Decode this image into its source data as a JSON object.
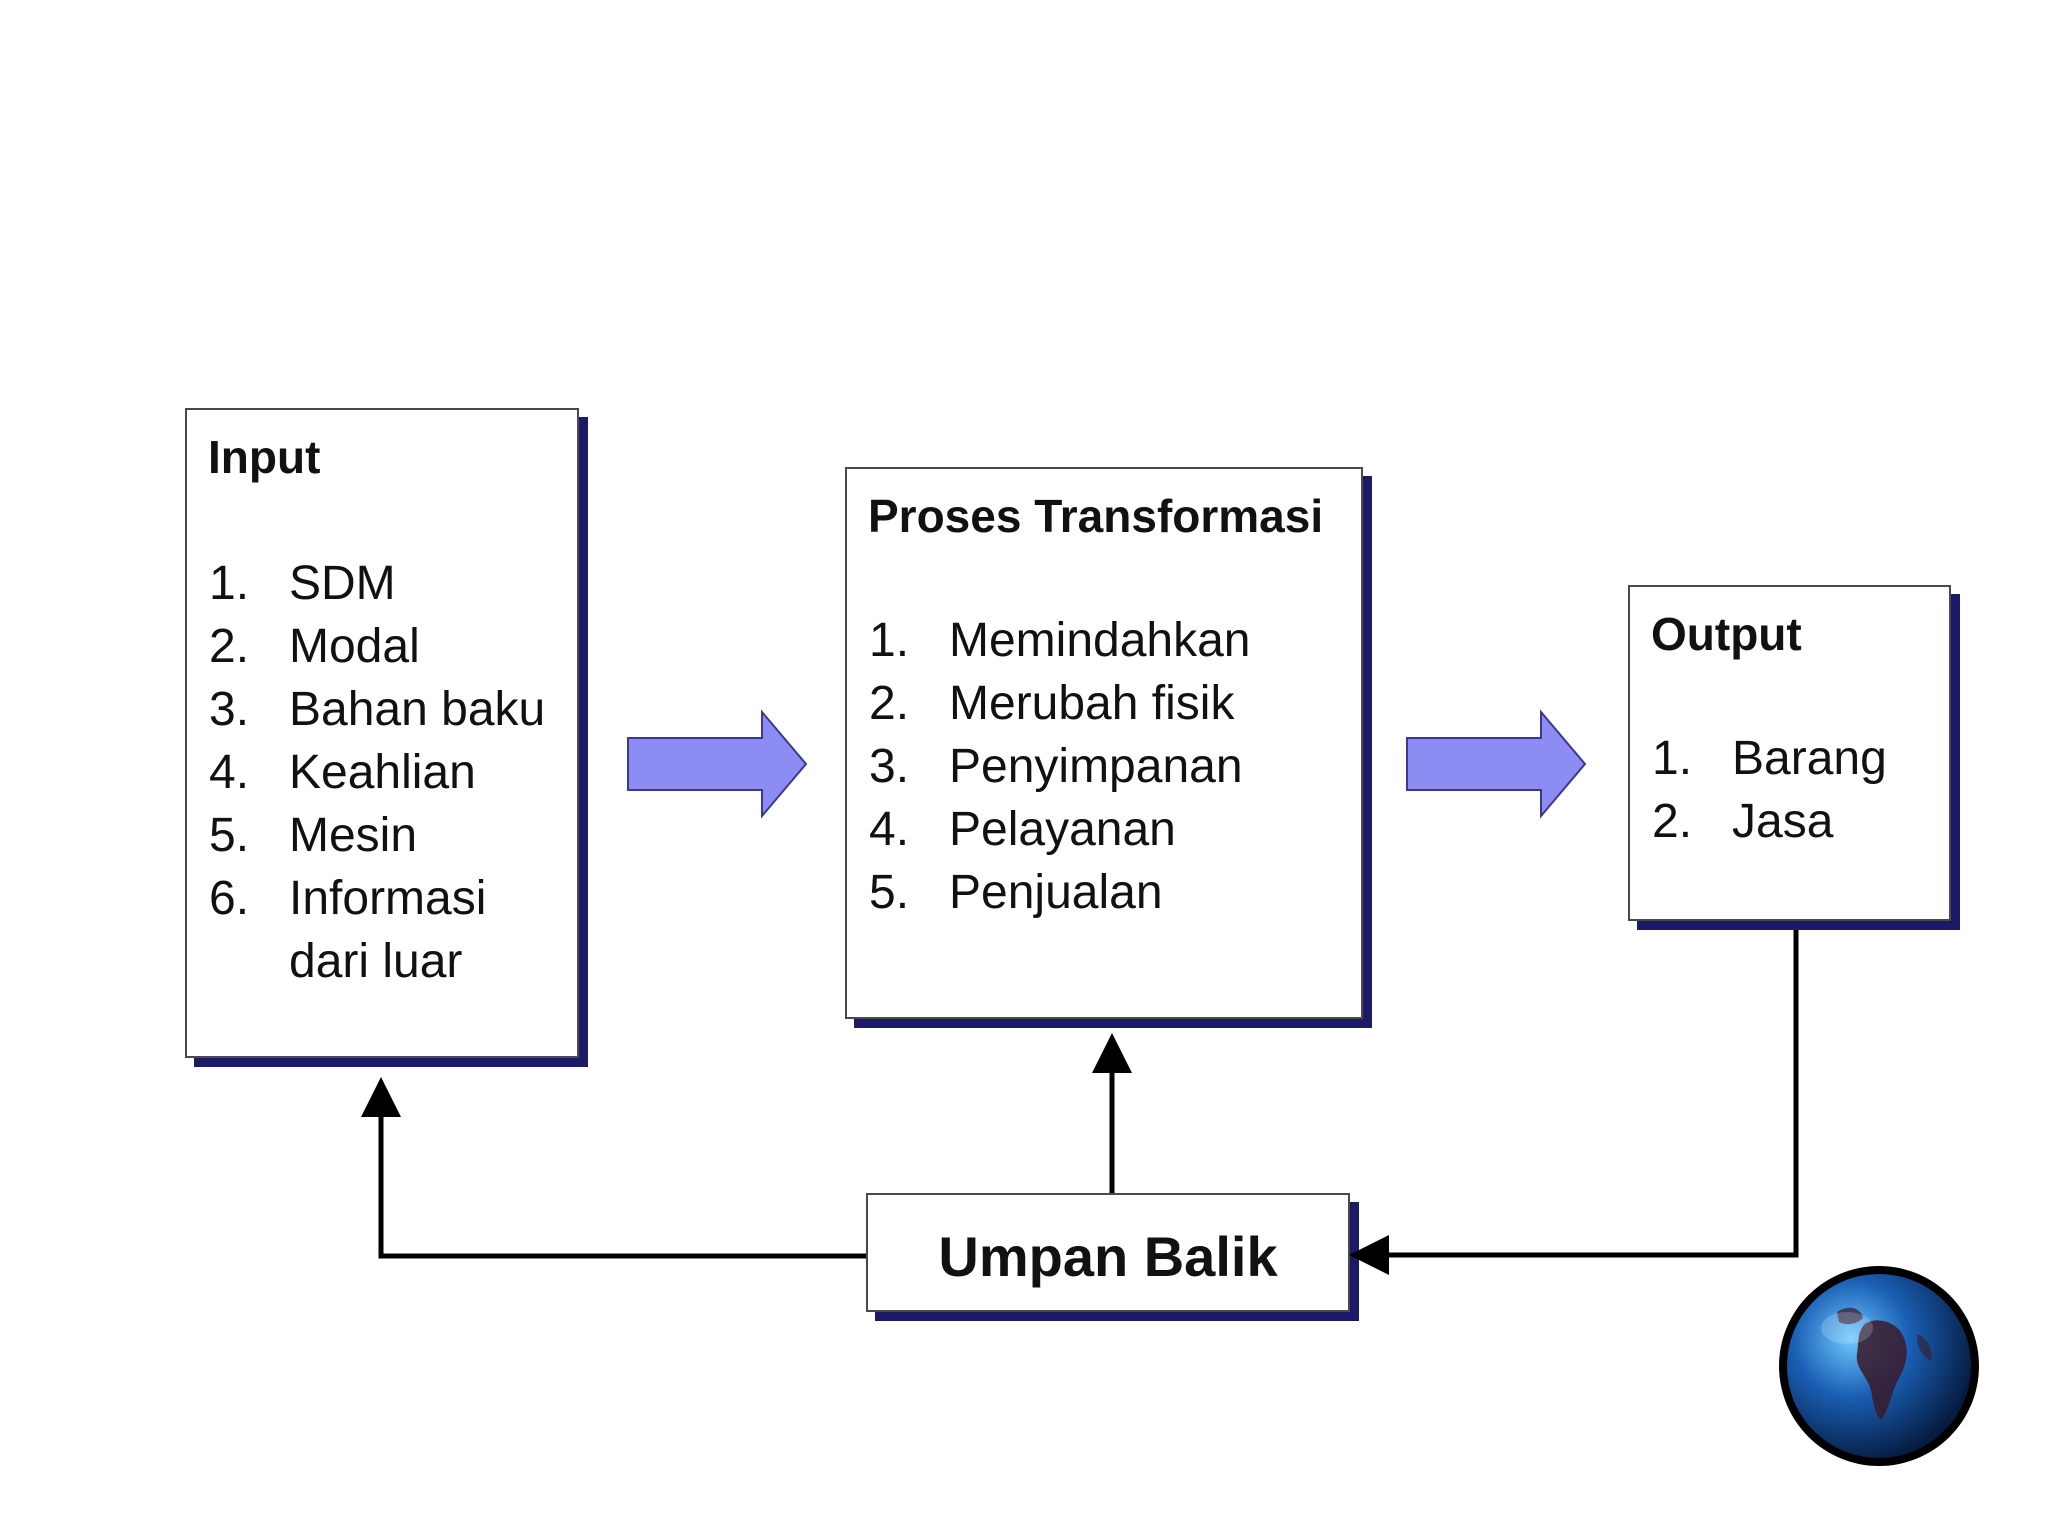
{
  "input": {
    "title": "Input",
    "items": [
      {
        "num": "1.",
        "label": "SDM"
      },
      {
        "num": "2.",
        "label": "Modal"
      },
      {
        "num": "3.",
        "label": "Bahan baku"
      },
      {
        "num": "4.",
        "label": "Keahlian"
      },
      {
        "num": "5.",
        "label": "Mesin"
      },
      {
        "num": "6.",
        "label": "Informasi\ndari luar"
      }
    ]
  },
  "process": {
    "title": "Proses Transformasi",
    "items": [
      {
        "num": "1.",
        "label": "Memindahkan"
      },
      {
        "num": "2.",
        "label": "Merubah fisik"
      },
      {
        "num": "3.",
        "label": "Penyimpanan"
      },
      {
        "num": "4.",
        "label": "Pelayanan"
      },
      {
        "num": "5.",
        "label": "Penjualan"
      }
    ]
  },
  "output": {
    "title": "Output",
    "items": [
      {
        "num": "1.",
        "label": "Barang"
      },
      {
        "num": "2.",
        "label": "Jasa"
      }
    ]
  },
  "feedback": {
    "label": "Umpan Balik"
  },
  "colors": {
    "box_shadow": "#1a1a66",
    "flow_arrow_fill": "#8c8cf2",
    "flow_arrow_stroke": "#3a3a8c",
    "connector": "#000000"
  },
  "icons": {
    "logo": "globe-icon"
  }
}
